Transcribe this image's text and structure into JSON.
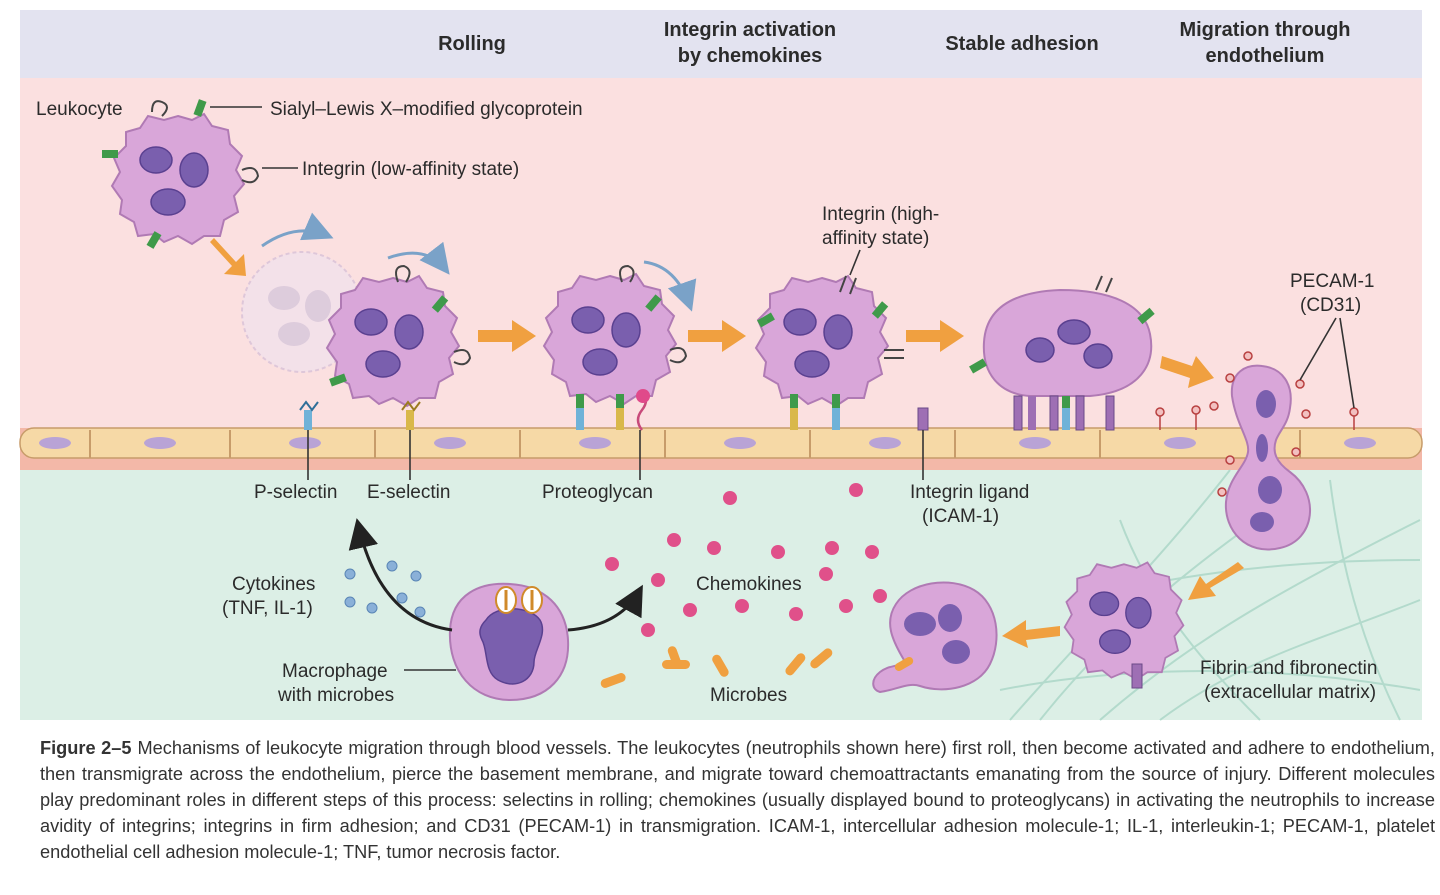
{
  "stages": [
    "Rolling",
    "Integrin activation",
    "by chemokines",
    "Stable adhesion",
    "Migration through",
    "endothelium"
  ],
  "labels": {
    "leukocyte": "Leukocyte",
    "sialyl": "Sialyl–Lewis X–modified glycoprotein",
    "integrin_low": "Integrin (low-affinity state)",
    "integrin_high_1": "Integrin (high-",
    "integrin_high_2": "affinity state)",
    "pecam_1": "PECAM-1",
    "pecam_2": "(CD31)",
    "p_selectin": "P-selectin",
    "e_selectin": "E-selectin",
    "proteoglycan": "Proteoglycan",
    "integrin_ligand_1": "Integrin ligand",
    "integrin_ligand_2": "(ICAM-1)",
    "cytokines_1": "Cytokines",
    "cytokines_2": "(TNF, IL-1)",
    "chemokines": "Chemokines",
    "macrophage_1": "Macrophage",
    "macrophage_2": "with microbes",
    "microbes": "Microbes",
    "fibrin_1": "Fibrin and fibronectin",
    "fibrin_2": "(extracellular matrix)"
  },
  "caption": {
    "figure": "Figure 2–5",
    "text": "Mechanisms of leukocyte migration through blood vessels. The leukocytes (neutrophils shown here) first roll, then become activated and adhere to endothelium, then transmigrate across the endothelium, pierce the basement membrane, and migrate toward chemoattractants emanating from the source of injury. Different molecules play predominant roles in different steps of this process: selectins in rolling; chemokines (usually displayed bound to proteoglycans) in activating the neutrophils to increase avidity of integrins; integrins in firm adhesion; and CD31 (PECAM-1) in transmigration. ICAM-1, intercellular adhesion molecule-1; IL-1, interleukin-1; PECAM-1, platelet endothelial cell adhesion molecule-1; TNF, tumor necrosis factor."
  },
  "colors": {
    "header_band": "#e3e3f0",
    "lumen": "#fbe0e0",
    "tissue": "#dcefe6",
    "cell_fill": "#d9a6d9",
    "nucleus": "#7a5fae",
    "arrow": "#f0a040",
    "endothelium": "#f6d9a6"
  }
}
